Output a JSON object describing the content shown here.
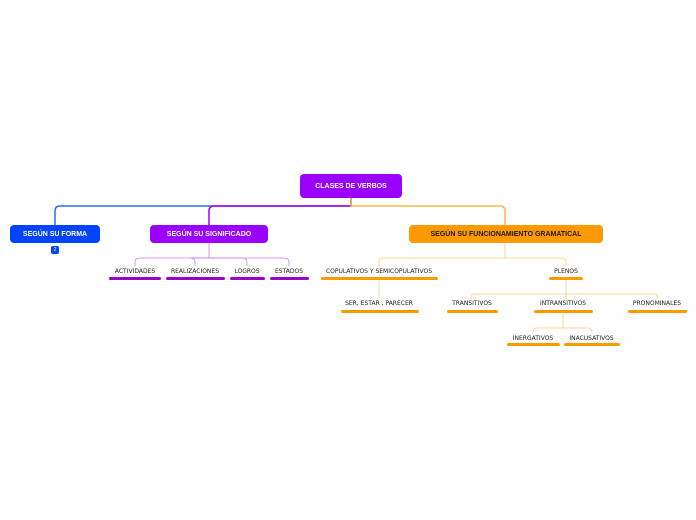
{
  "colors": {
    "root": "#9900ff",
    "forma": "#0044ff",
    "significado": "#9900ff",
    "funcionamiento": "#ff9900",
    "line_forma": "#2a6ff0",
    "line_significado": "#a300f5",
    "line_func_light": "#ffc870"
  },
  "root": {
    "label": "CLASES DE VERBOS"
  },
  "branches": {
    "forma": {
      "label": "SEGÚN SU FORMA",
      "badge": "2"
    },
    "significado": {
      "label": "SEGÚN SU SIGNIFICADO",
      "children": [
        "ACTIVIDADES",
        "REALIZACIONES",
        "LOGROS",
        "ESTADOS"
      ]
    },
    "funcionamiento": {
      "label": "SEGÚN SU FUNCIONAMIENTO GRAMATICAL",
      "copulativos": {
        "label": "COPULATIVOS Y SEMICOPULATIVOS",
        "child": "SER, ESTAR , PARECER"
      },
      "plenos": {
        "label": "PLENOS",
        "children": [
          "TRANSITIVOS",
          "INTRANSITIVOS",
          "PRONOMINALES"
        ],
        "intransitivos_children": [
          "INERGATIVOS",
          "INACUSATIVOS"
        ]
      }
    }
  }
}
